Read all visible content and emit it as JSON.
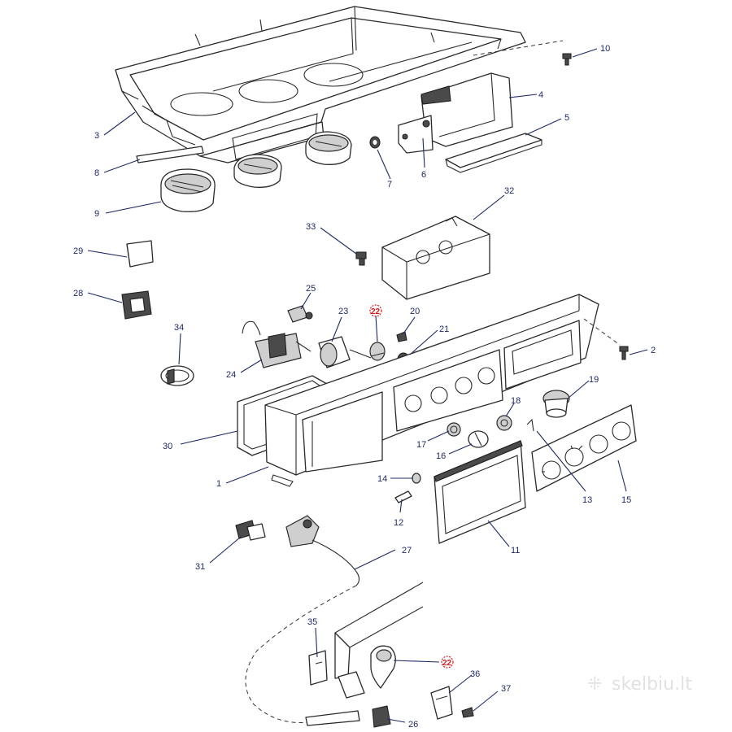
{
  "diagram": {
    "callouts": {
      "c1": "1",
      "c2": "2",
      "c3": "3",
      "c4": "4",
      "c5": "5",
      "c6": "6",
      "c7": "7",
      "c8": "8",
      "c9": "9",
      "c10": "10",
      "c11": "11",
      "c12": "12",
      "c13": "13",
      "c14": "14",
      "c15": "15",
      "c16": "16",
      "c17": "17",
      "c18": "18",
      "c19": "19",
      "c20": "20",
      "c21": "21",
      "c22a": "22",
      "c22b": "22",
      "c23": "23",
      "c24": "24",
      "c25": "25",
      "c26": "26",
      "c27": "27",
      "c28": "28",
      "c29": "29",
      "c30": "30",
      "c31": "31",
      "c32": "32",
      "c33": "33",
      "c34": "34",
      "c35": "35",
      "c36": "36",
      "c37": "37"
    },
    "colors": {
      "callout": "#1f2a66",
      "highlight": "#d81b1b",
      "line": "#2a2a2a"
    }
  },
  "watermark": {
    "text": "skelbiu.lt"
  }
}
